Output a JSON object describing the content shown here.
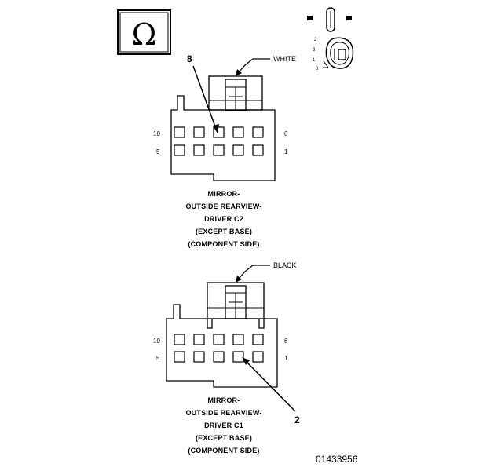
{
  "logo_symbol": "Ω",
  "connector_c2": {
    "color_label": "WHITE",
    "callout_pin": "8",
    "pin_labels": {
      "top_left": "10",
      "bottom_left": "5",
      "top_right": "6",
      "bottom_right": "1"
    },
    "caption_lines": [
      "MIRROR-",
      "OUTSIDE REARVIEW-",
      "DRIVER C2",
      "(EXCEPT BASE)",
      "(COMPONENT SIDE)"
    ]
  },
  "connector_c1": {
    "color_label": "BLACK",
    "callout_pin": "2",
    "pin_labels": {
      "top_left": "10",
      "bottom_left": "5",
      "top_right": "6",
      "bottom_right": "1"
    },
    "caption_lines": [
      "MIRROR-",
      "OUTSIDE REARVIEW-",
      "DRIVER C1",
      "(EXCEPT BASE)",
      "(COMPONENT SIDE)"
    ]
  },
  "ignition_switch": {
    "positions": [
      "2",
      "3",
      "1",
      "0"
    ]
  },
  "doc_id": "01433956"
}
